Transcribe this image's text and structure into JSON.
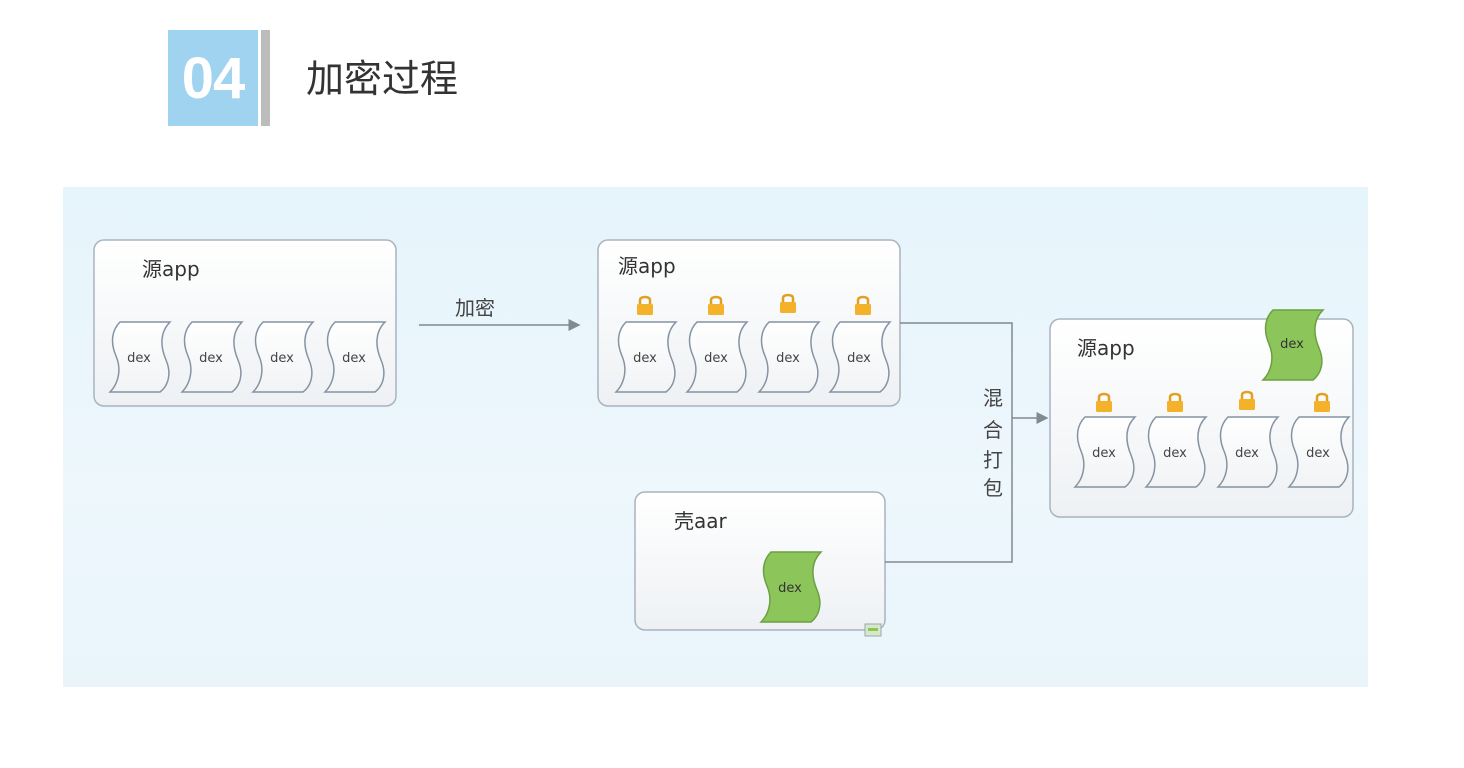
{
  "header": {
    "number": "04",
    "title": "加密过程"
  },
  "diagram": {
    "source_box_label": "源app",
    "encrypted_box_label": "源app",
    "shell_box_label": "壳aar",
    "result_box_label": "源app",
    "encrypt_arrow_label": "加密",
    "merge_label_chars": [
      "混",
      "合",
      "打",
      "包"
    ],
    "dex_label": "dex",
    "colors": {
      "panel_bg": "#e8f5fb",
      "box_fill": "#f7f9fa",
      "box_stroke": "#a9b4bf",
      "shell_dex_fill": "#8cc65a",
      "lock_fill": "#f4b22a",
      "badge_blue": "#9fd3ef"
    },
    "icons": {
      "lock": "lock-icon",
      "dex_doc": "dex-document-icon"
    }
  }
}
